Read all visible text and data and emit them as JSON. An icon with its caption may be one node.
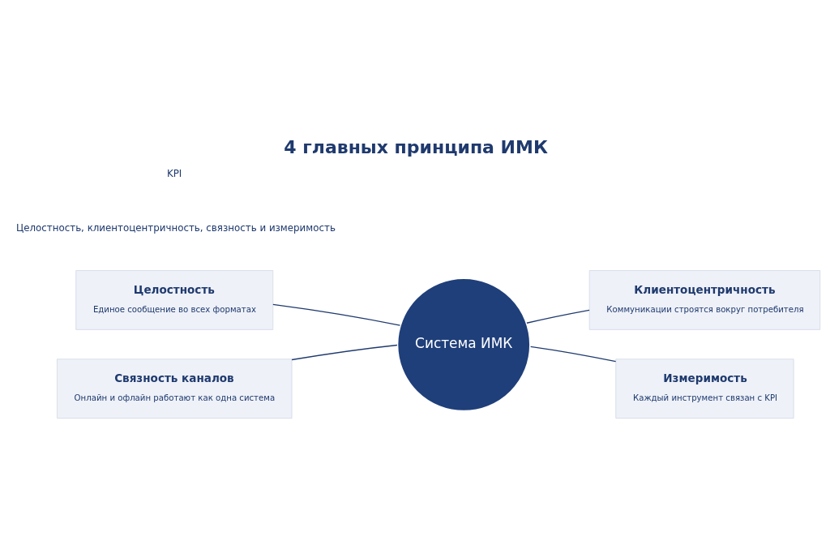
{
  "diagram": {
    "title": "4 главных принципа ИМК",
    "nodes": [
      {
        "text": [
          "Целостность",
          "Единое сообщение во всех форматах"
        ]
      },
      {
        "text": [
          "Клиентоцентричность",
          "Коммуникации строятся вокруг потребителя"
        ]
      },
      {
        "text": [
          "Система ИМК"
        ]
      },
      {
        "text": [
          "Связность каналов",
          "Онлайн и офлайн работают как одна система"
        ]
      },
      {
        "text": [
          "Измеримость",
          "Каждый инструмент связан с KPI"
        ]
      }
    ],
    "edges": [
      {
        "from": 2,
        "to": 0,
        "arrow": "none"
      },
      {
        "from": 2,
        "to": 1,
        "arrow": "none"
      },
      {
        "from": 2,
        "to": 3,
        "arrow": "none"
      },
      {
        "from": 2,
        "to": 4,
        "arrow": "none"
      }
    ],
    "labels": [
      "Целостность, клиентоцентричность, связность и измеримость",
      "KPI"
    ]
  }
}
